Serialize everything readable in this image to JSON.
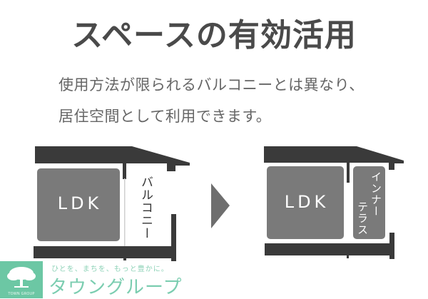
{
  "title": "スペースの有効活用",
  "subtitle": {
    "line1": "使用方法が限られるバルコニーとは異なり、",
    "line2": "居住空間として利用できます。"
  },
  "diagram_before": {
    "room_label": "LDK",
    "side_label": "バルコニー"
  },
  "arrow_icon": "triangle-right-arrow",
  "diagram_after": {
    "room_label": "LDK",
    "side_label_line1": "インナー",
    "side_label_line2": "テラス"
  },
  "logo": {
    "icon": "tree-icon",
    "caption": "TOWN GROUP",
    "tagline": "ひとを、まちを、もっと豊かに。",
    "brand_name": "タウングループ"
  },
  "colors": {
    "title_text": "#4a4a4a",
    "body_text": "#666666",
    "structure_dark": "#3a3a3a",
    "room_fill": "#7a7a7a",
    "arrow": "#6e6e6e",
    "brand_green": "#6cc7a4"
  }
}
